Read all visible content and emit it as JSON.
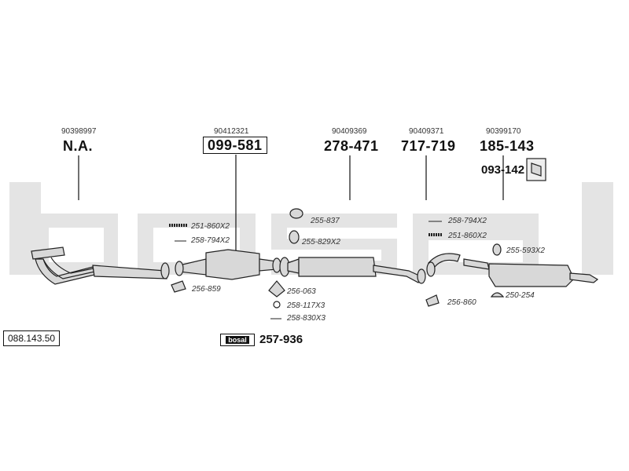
{
  "columns": [
    {
      "oe_number": "90398997",
      "part_number": "N.A.",
      "boxed": false
    },
    {
      "oe_number": "90412321",
      "part_number": "099-581",
      "boxed": true
    },
    {
      "oe_number": "90409369",
      "part_number": "278-471",
      "boxed": false
    },
    {
      "oe_number": "90409371",
      "part_number": "717-719",
      "boxed": false
    },
    {
      "oe_number": "90399170",
      "part_number": "185-143",
      "boxed": false
    }
  ],
  "extra_part": "093-142",
  "labels": {
    "l1": "251-860X2",
    "l2": "258-794X2",
    "l3": "256-859",
    "l4": "255-837",
    "l5": "255-829X2",
    "l6": "256-063",
    "l7": "258-117X3",
    "l8": "258-830X3",
    "l9": "258-794X2",
    "l10": "251-860X2",
    "l11": "255-593X2",
    "l12": "256-860",
    "l13": "250-254"
  },
  "kit": {
    "logo_text": "bosal",
    "part_number": "257-936"
  },
  "reference_number": "088.143.50",
  "watermark_text": "bosal",
  "colors": {
    "watermark": "#e4e4e4",
    "line": "#222222",
    "part_fill": "#d8d8d8"
  }
}
